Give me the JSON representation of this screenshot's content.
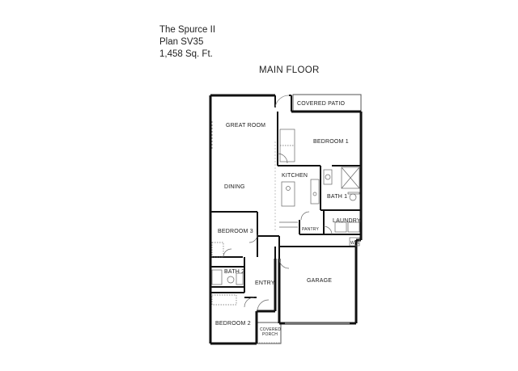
{
  "plan": {
    "name": "The Spurce II",
    "plan_number": "Plan SV35",
    "area": "1,458 Sq. Ft."
  },
  "floor_title": "MAIN FLOOR",
  "rooms": {
    "covered_patio": "COVERED PATIO",
    "great_room": "GREAT ROOM",
    "bedroom1": "BEDROOM 1",
    "kitchen": "KITCHEN",
    "dining": "DINING",
    "bath1": "BATH 1",
    "laundry": "LAUNDRY",
    "bedroom3": "BEDROOM 3",
    "pantry": "PANTRY",
    "wh": "W.H.",
    "bath2": "BATH 2",
    "entry": "ENTRY",
    "garage": "GARAGE",
    "bedroom2": "BEDROOM 2",
    "covered_porch_line1": "COVERED",
    "covered_porch_line2": "PORCH"
  }
}
